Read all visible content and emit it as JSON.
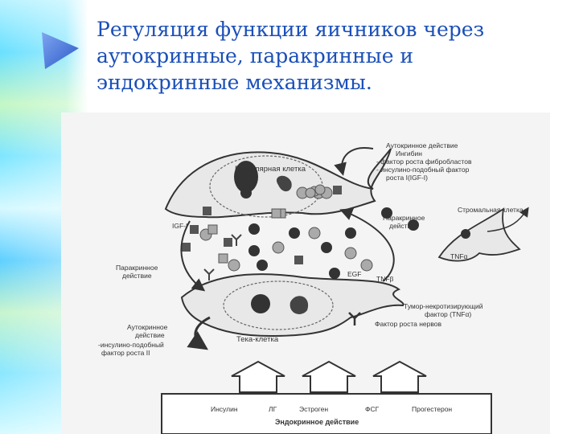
{
  "title": {
    "lines": [
      "Регуляция функции яичников через",
      "аутокринные, паракринные и",
      "эндокринные механизмы."
    ]
  },
  "colors": {
    "title": "#1a4fb8",
    "triangle": "#3c6fd8"
  },
  "icons": {
    "bullet": "triangle-bullet-icon"
  },
  "diagram": {
    "granulosa_cell": "Гранулярная клетка",
    "theca_cell": "Тека-клетка",
    "stromal_cell": "Стромальная клетка",
    "autocrine_top": [
      "Аутокринное действие",
      "Ингибин",
      "- фактор роста фибробластов",
      "- инсулино-подобный фактор",
      "роста I(IGF-I)"
    ],
    "igf1": "IGF-I",
    "paracrine_right": [
      "Паракринное",
      "действие"
    ],
    "paracrine_left": [
      "Паракринное",
      "действие"
    ],
    "egf": "EGF",
    "tnf_beta": "TNFβ",
    "tnf_alpha": "TNFα",
    "tnf_factor": [
      "Тумор-некротизирующий",
      "фактор  (TNFα)"
    ],
    "nerve_growth": "Фактор роста нервов",
    "autocrine_bottom": [
      "Аутокринное",
      "действие",
      "-инсулино-подобный",
      "фактор роста II"
    ],
    "endocrine": {
      "items": [
        "Инсулин",
        "ЛГ",
        "Эстроген",
        "ФСГ",
        "Прогестерон"
      ],
      "label": "Эндокринное действие"
    }
  }
}
